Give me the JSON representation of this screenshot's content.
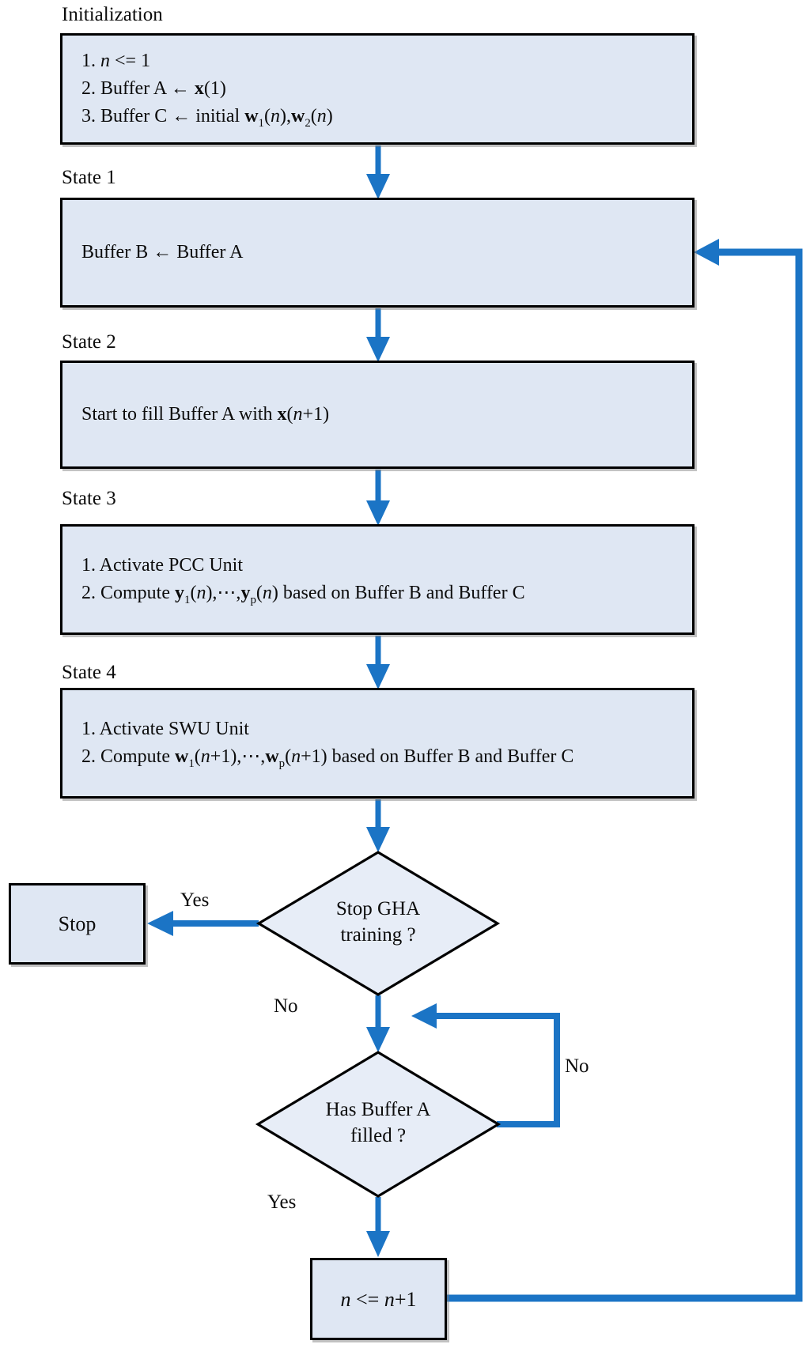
{
  "labels": {
    "initialization": "Initialization",
    "state1": "State 1",
    "state2": "State 2",
    "state3": "State 3",
    "state4": "State 4"
  },
  "boxes": {
    "init": {
      "lines": [
        "1. *n* <= 1",
        "2. Buffer A ← **x**(1)",
        "3. Buffer C ← initial **w**~1~(*n*),**w**~2~(*n*)"
      ]
    },
    "state1": {
      "lines": [
        "Buffer B ← Buffer A"
      ]
    },
    "state2": {
      "lines": [
        "Start to fill Buffer A with **x**(*n*+1)"
      ]
    },
    "state3": {
      "lines": [
        "1. Activate PCC Unit",
        "2. Compute **y**~1~(*n*),⋯,**y**~p~(*n*) based on Buffer B and Buffer C"
      ]
    },
    "state4": {
      "lines": [
        "1. Activate SWU Unit",
        "2. Compute **w**~1~(*n*+1),⋯,**w**~p~(*n*+1) based on Buffer B and Buffer C"
      ]
    },
    "stop": {
      "label": "Stop"
    },
    "increment": {
      "label": "*n* <= *n*+1"
    }
  },
  "decisions": {
    "stop_training": {
      "line1": "Stop GHA",
      "line2": "training ?"
    },
    "buffer_filled": {
      "line1": "Has Buffer A",
      "line2": "filled ?"
    }
  },
  "edge_labels": {
    "yes_stop": "Yes",
    "no_continue": "No",
    "no_wait": "No",
    "yes_filled": "Yes"
  },
  "colors": {
    "arrow": "#1b74c5",
    "box_fill": "#dfe7f3",
    "diamond_fill": "#e7edf7",
    "border": "#000000",
    "text": "#0c0c0c",
    "bg": "#ffffff"
  }
}
